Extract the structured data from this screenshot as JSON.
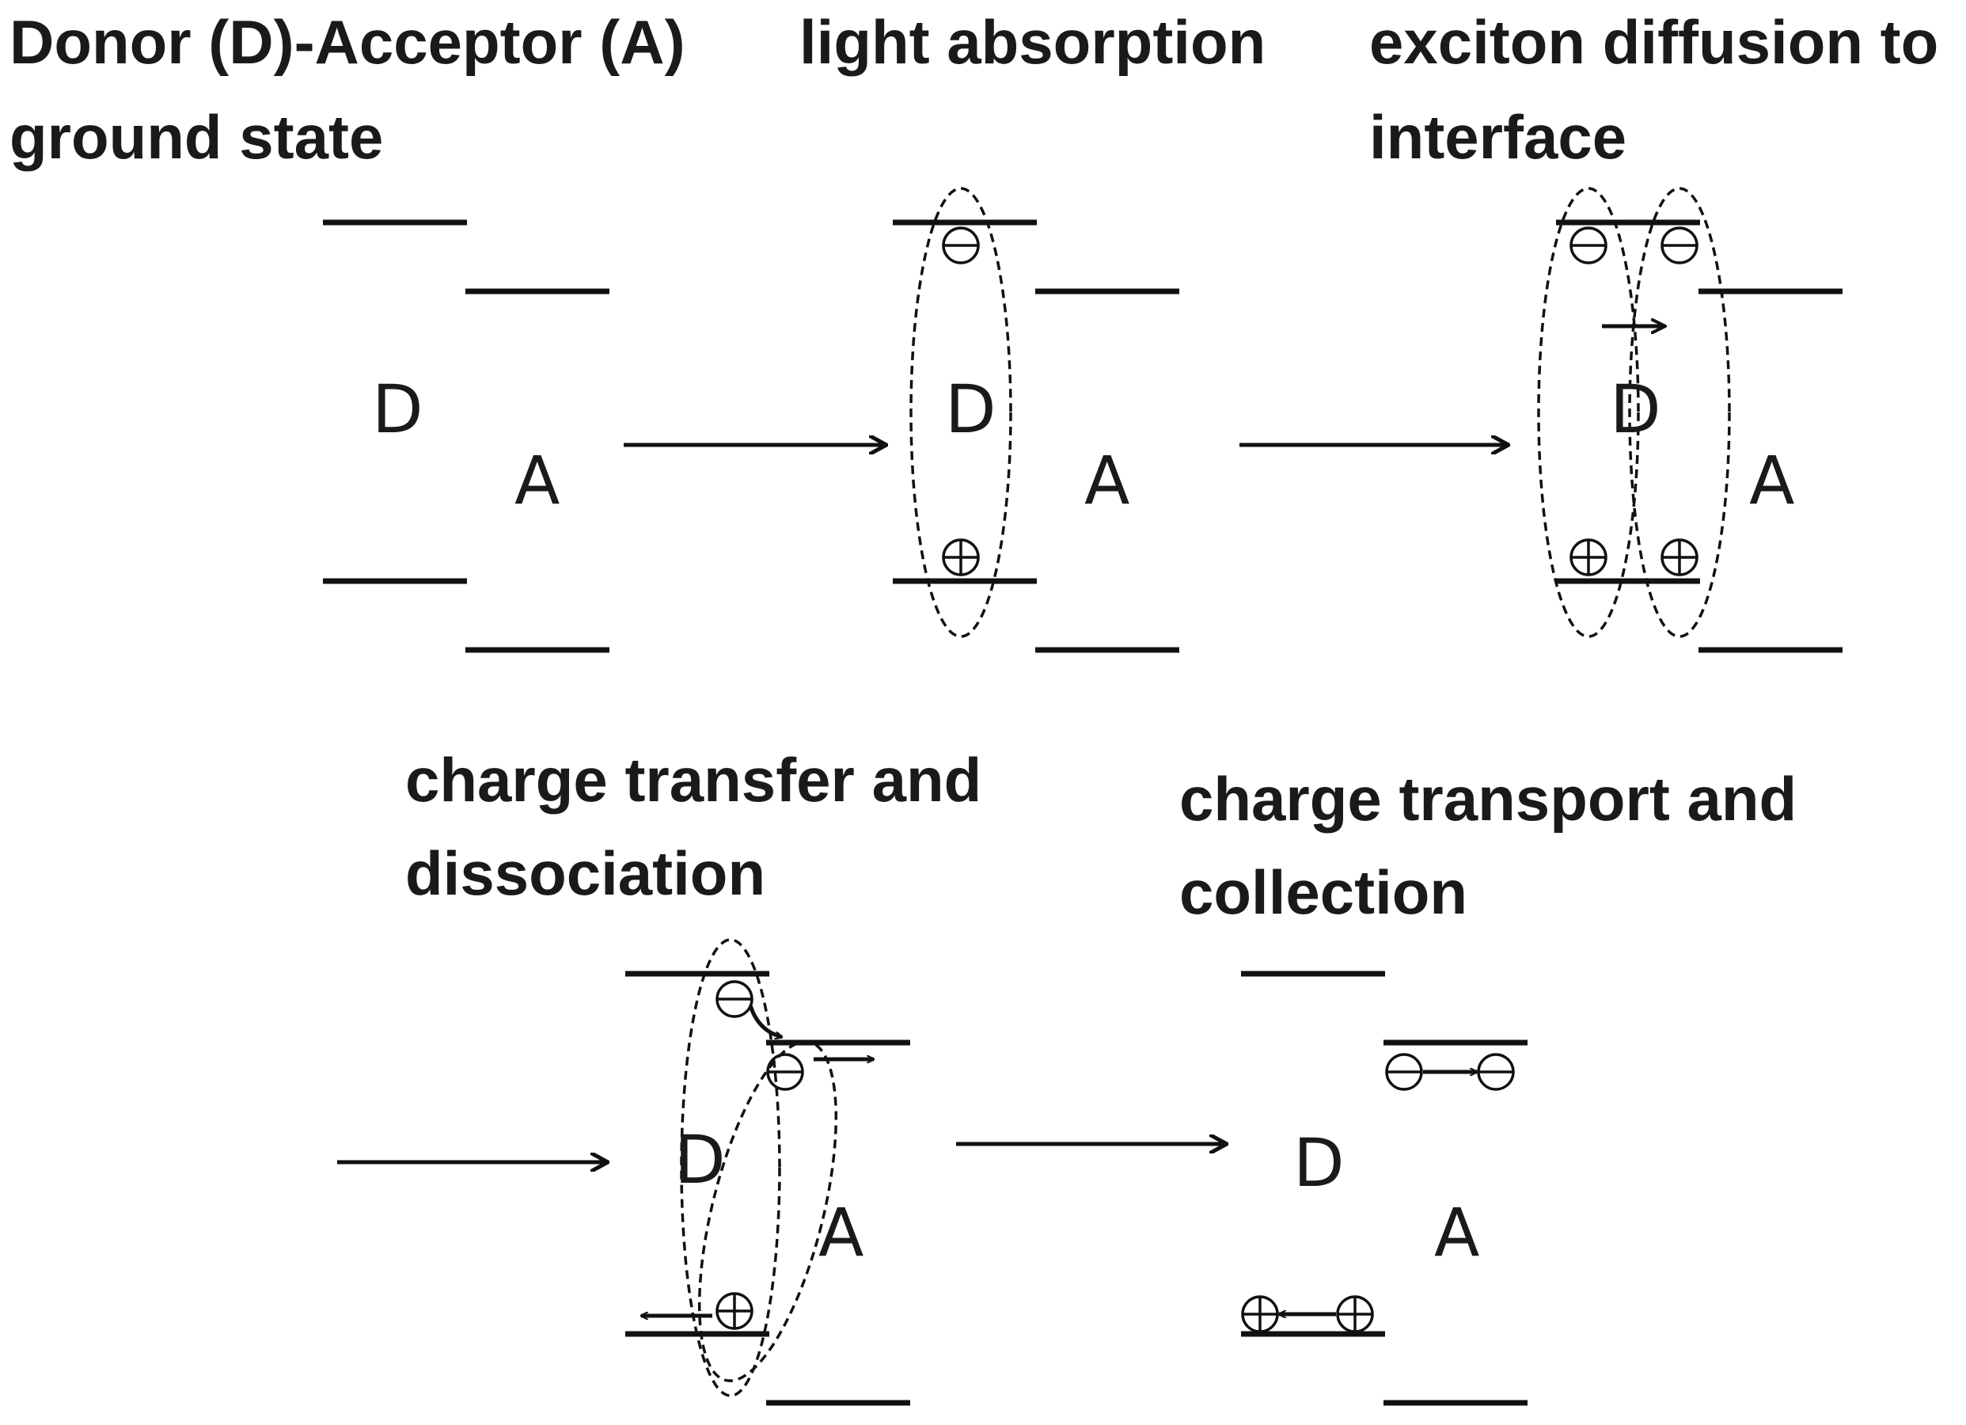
{
  "panels": {
    "ground": {
      "title_line1": "Donor (D)-Acceptor (A)",
      "title_line2": "ground state",
      "donor": "D",
      "acceptor": "A"
    },
    "absorption": {
      "title_line1": "light absorption",
      "donor": "D",
      "acceptor": "A"
    },
    "diffusion": {
      "title_line1": "exciton diffusion to",
      "title_line2": "interface",
      "donor": "D",
      "acceptor": "A"
    },
    "transfer": {
      "title_line1": "charge transfer and",
      "title_line2": "dissociation",
      "donor": "D",
      "acceptor": "A"
    },
    "transport": {
      "title_line1": "charge transport and",
      "title_line2": "collection",
      "donor": "D",
      "acceptor": "A"
    }
  }
}
